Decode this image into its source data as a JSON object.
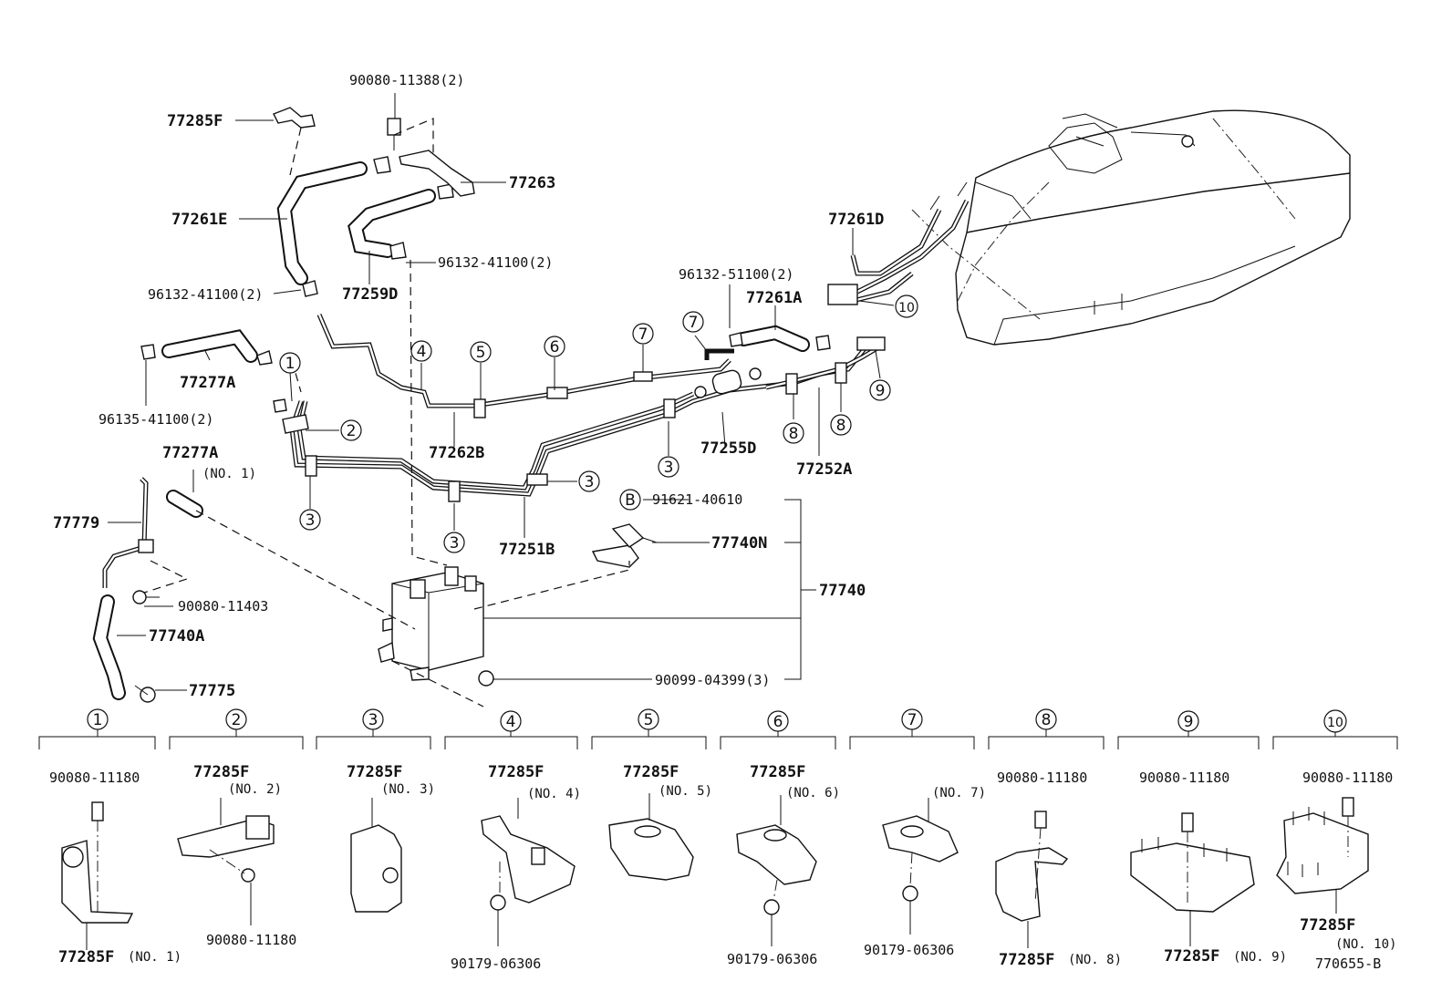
{
  "diagram_id": "770655-B",
  "callouts": {
    "c_90080_11388": "90080-11388(2)",
    "c_77285F_top": "77285F",
    "c_77263": "77263",
    "c_77261E": "77261E",
    "c_96132_41100_a": "96132-41100(2)",
    "c_77259D": "77259D",
    "c_96132_41100_b": "96132-41100(2)",
    "c_77277A_a": "77277A",
    "c_96135_41100": "96135-41100(2)",
    "c_77277A_b": "77277A",
    "c_no1": "(NO. 1)",
    "c_77779": "77779",
    "c_90080_11403": "90080-11403",
    "c_77740A": "77740A",
    "c_77775": "77775",
    "c_77262B": "77262B",
    "c_77251B": "77251B",
    "c_91621_40610": "91621-40610",
    "c_77740N": "77740N",
    "c_77740": "77740",
    "c_90099_04399": "90099-04399(3)",
    "c_96132_51100": "96132-51100(2)",
    "c_77261A": "77261A",
    "c_77261D": "77261D",
    "c_77255D": "77255D",
    "c_77252A": "77252A",
    "c_B": "B"
  },
  "ref_numbers": {
    "n1": "1",
    "n2": "2",
    "n3": "3",
    "n4": "4",
    "n5": "5",
    "n6": "6",
    "n7": "7",
    "n8": "8",
    "n9": "9",
    "n10": "10"
  },
  "details": [
    {
      "no": "1",
      "top": "90080-11180",
      "bottom": "77285F",
      "bottom_no": "(NO. 1)"
    },
    {
      "no": "2",
      "top": "77285F",
      "top_no": "(NO. 2)",
      "bottom": "90080-11180"
    },
    {
      "no": "3",
      "top": "77285F",
      "top_no": "(NO. 3)"
    },
    {
      "no": "4",
      "top": "77285F",
      "top_no": "(NO. 4)",
      "bottom": "90179-06306"
    },
    {
      "no": "5",
      "top": "77285F",
      "top_no": "(NO. 5)"
    },
    {
      "no": "6",
      "top": "77285F",
      "top_no": "(NO. 6)",
      "bottom": "90179-06306"
    },
    {
      "no": "7",
      "top_no": "(NO. 7)",
      "bottom": "90179-06306"
    },
    {
      "no": "8",
      "top": "90080-11180",
      "bottom": "77285F",
      "bottom_no": "(NO. 8)"
    },
    {
      "no": "9",
      "top": "90080-11180",
      "bottom": "77285F",
      "bottom_no": "(NO. 9)"
    },
    {
      "no": "10",
      "top": "90080-11180",
      "bottom": "77285F",
      "bottom_no": "(NO. 10)"
    }
  ]
}
